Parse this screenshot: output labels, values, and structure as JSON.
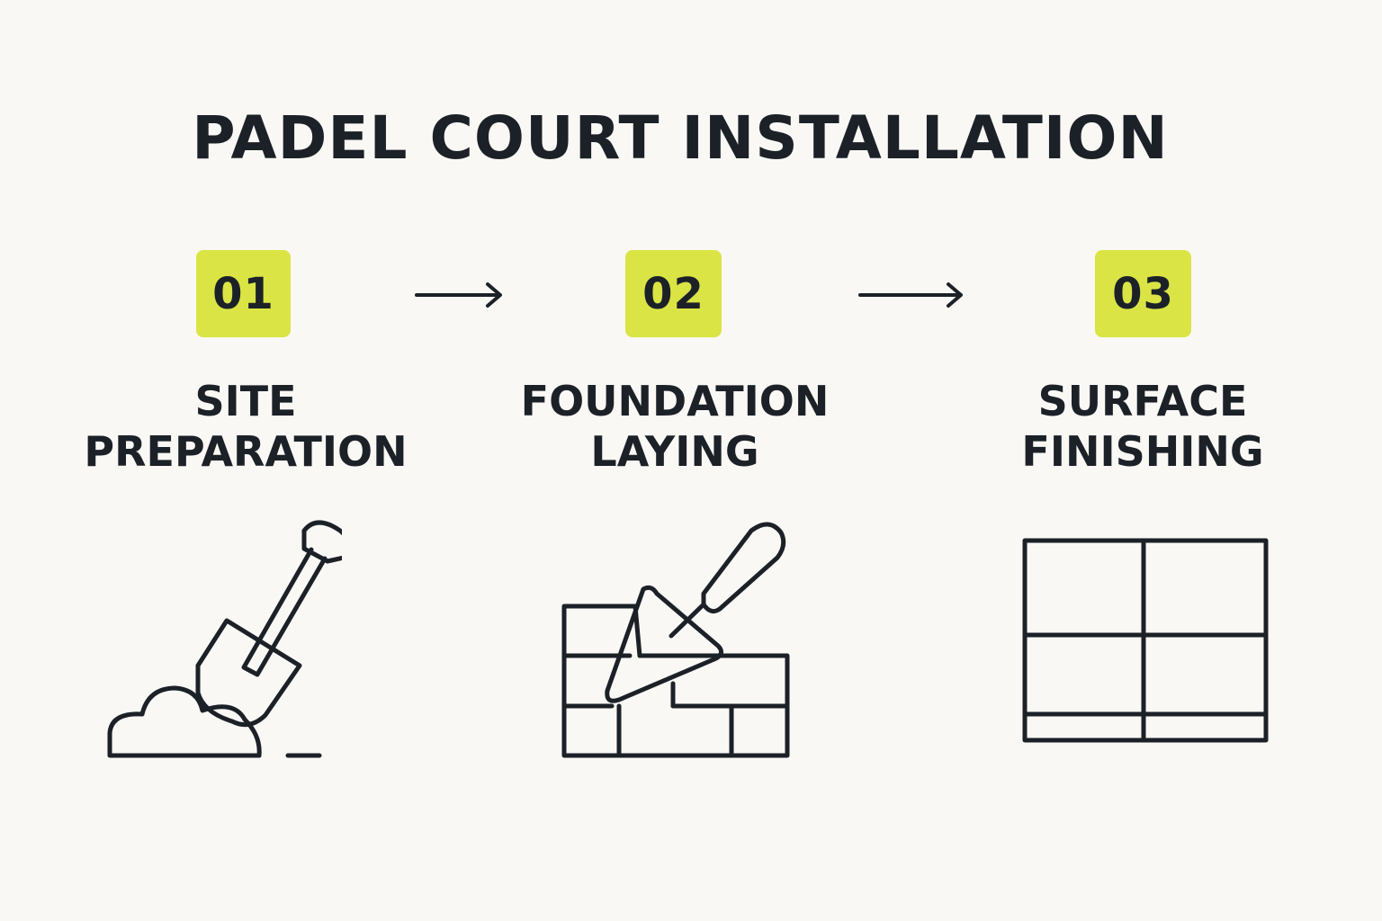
{
  "title": "PADEL COURT INSTALLATION",
  "accent_color": "#dae445",
  "ink_color": "#1c2128",
  "steps": [
    {
      "number": "01",
      "label_line1": "SITE",
      "label_line2": "PREPARATION",
      "icon": "shovel-icon"
    },
    {
      "number": "02",
      "label_line1": "FOUNDATION",
      "label_line2": "LAYING",
      "icon": "trowel-bricks-icon"
    },
    {
      "number": "03",
      "label_line1": "SURFACE",
      "label_line2": "FINISHING",
      "icon": "court-grid-icon"
    }
  ],
  "connectors": [
    "arrow-right-icon",
    "arrow-right-icon"
  ]
}
